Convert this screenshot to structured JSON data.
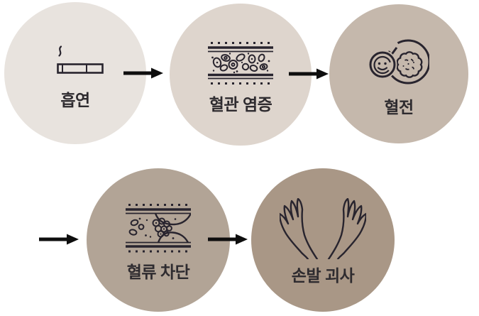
{
  "steps": [
    {
      "name": "smoking",
      "label": "흡연",
      "icon": "cigarette-icon",
      "circle_color": "#e8e3de"
    },
    {
      "name": "vascular-inflammation",
      "label": "혈관 염증",
      "icon": "inflamed-vessel-icon",
      "circle_color": "#ded5cd"
    },
    {
      "name": "thrombus",
      "label": "혈전",
      "icon": "blood-clot-icon",
      "circle_color": "#c5b8ac"
    },
    {
      "name": "blood-flow-blockage",
      "label": "혈류 차단",
      "icon": "blocked-vessel-icon",
      "circle_color": "#b2a496"
    },
    {
      "name": "hand-foot-necrosis",
      "label": "손발 괴사",
      "icon": "cupped-hands-icon",
      "circle_color": "#a99786"
    }
  ],
  "colors": {
    "background": "#ffffff",
    "arrow": "#0e0e0e",
    "icon_stroke": "#28242e",
    "label_text": "#2e2b2f"
  }
}
